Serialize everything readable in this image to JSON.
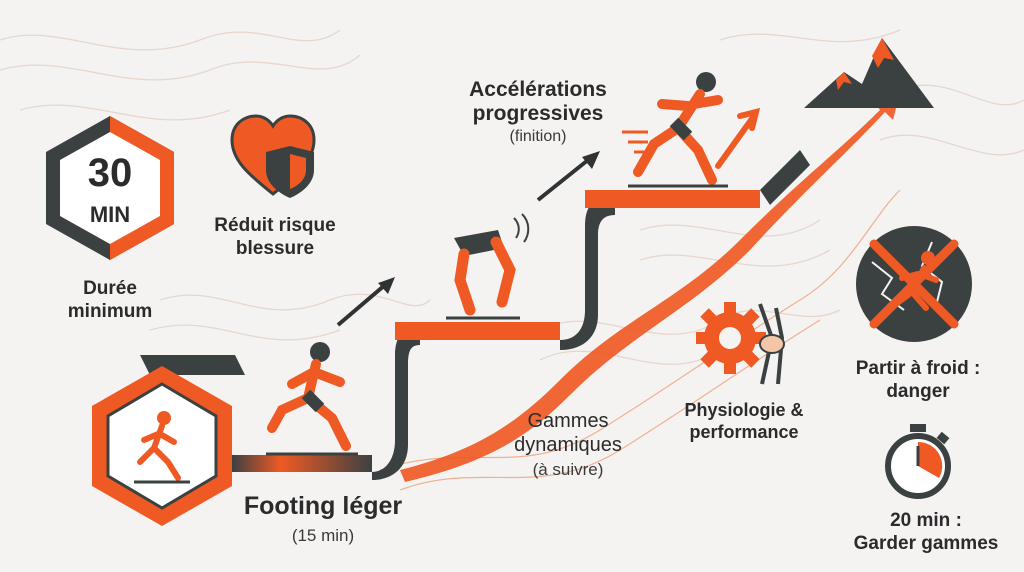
{
  "duration": {
    "value": "30",
    "unit": "MIN",
    "caption_line1": "Durée",
    "caption_line2": "minimum"
  },
  "injury": {
    "line1": "Réduit risque",
    "line2": "blessure"
  },
  "step1": {
    "title": "Footing léger",
    "note": "(15 min)"
  },
  "step2": {
    "title_line1": "Gammes",
    "title_line2": "dynamiques",
    "note": "(à suivre)"
  },
  "step3": {
    "title_line1": "Accélérations",
    "title_line2": "progressives",
    "note": "(finition)"
  },
  "physio": {
    "line1": "Physiologie &",
    "line2": "performance"
  },
  "cold_start": {
    "line1": "Partir à froid :",
    "line2": "danger"
  },
  "keep_drills": {
    "line1": "20 min :",
    "line2": "Garder gammes"
  },
  "icons": [
    "timer-hexagon-icon",
    "heart-shield-icon",
    "runner-hexagon-icon",
    "runner-icon",
    "knee-lift-runner-icon",
    "sprinter-icon",
    "mountain-icon",
    "gear-joint-icon",
    "no-cold-start-icon",
    "stopwatch-icon",
    "arrow-up-icon"
  ],
  "colors": {
    "accent": "#ef5a24",
    "dark": "#3b4141",
    "background": "#f4f3f2"
  }
}
